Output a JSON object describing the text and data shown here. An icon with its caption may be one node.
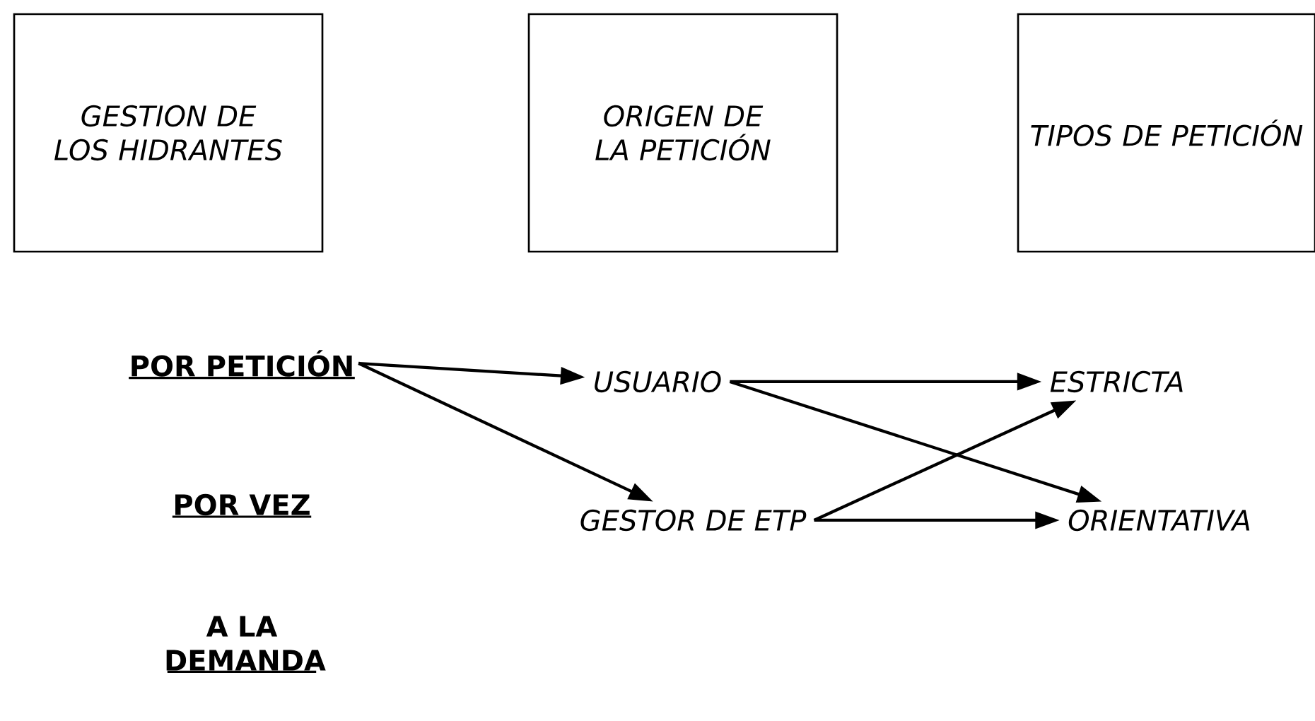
{
  "diagram": {
    "nodes": [
      {
        "text": [
          "GESTION DE LOS HIDRANTES"
        ]
      },
      {
        "text": [
          "ORIGEN DE LA PETICIÓN"
        ]
      },
      {
        "text": [
          "TIPOS DE PETICIÓN"
        ]
      },
      {
        "text": [
          "POR PETICIÓN"
        ]
      },
      {
        "text": [
          "POR VEZ"
        ]
      },
      {
        "text": [
          "A LA DEMANDA"
        ]
      },
      {
        "text": [
          "USUARIO"
        ]
      },
      {
        "text": [
          "GESTOR DE ETP"
        ]
      },
      {
        "text": [
          "ESTRICTA"
        ]
      },
      {
        "text": [
          "ORIENTATIVA"
        ]
      }
    ],
    "edges": [
      {
        "from": 3,
        "to": 6,
        "arrow": "to"
      },
      {
        "from": 3,
        "to": 7,
        "arrow": "to"
      },
      {
        "from": 6,
        "to": 8,
        "arrow": "to"
      },
      {
        "from": 6,
        "to": 9,
        "arrow": "to"
      },
      {
        "from": 7,
        "to": 8,
        "arrow": "to"
      },
      {
        "from": 7,
        "to": 9,
        "arrow": "to"
      }
    ]
  }
}
